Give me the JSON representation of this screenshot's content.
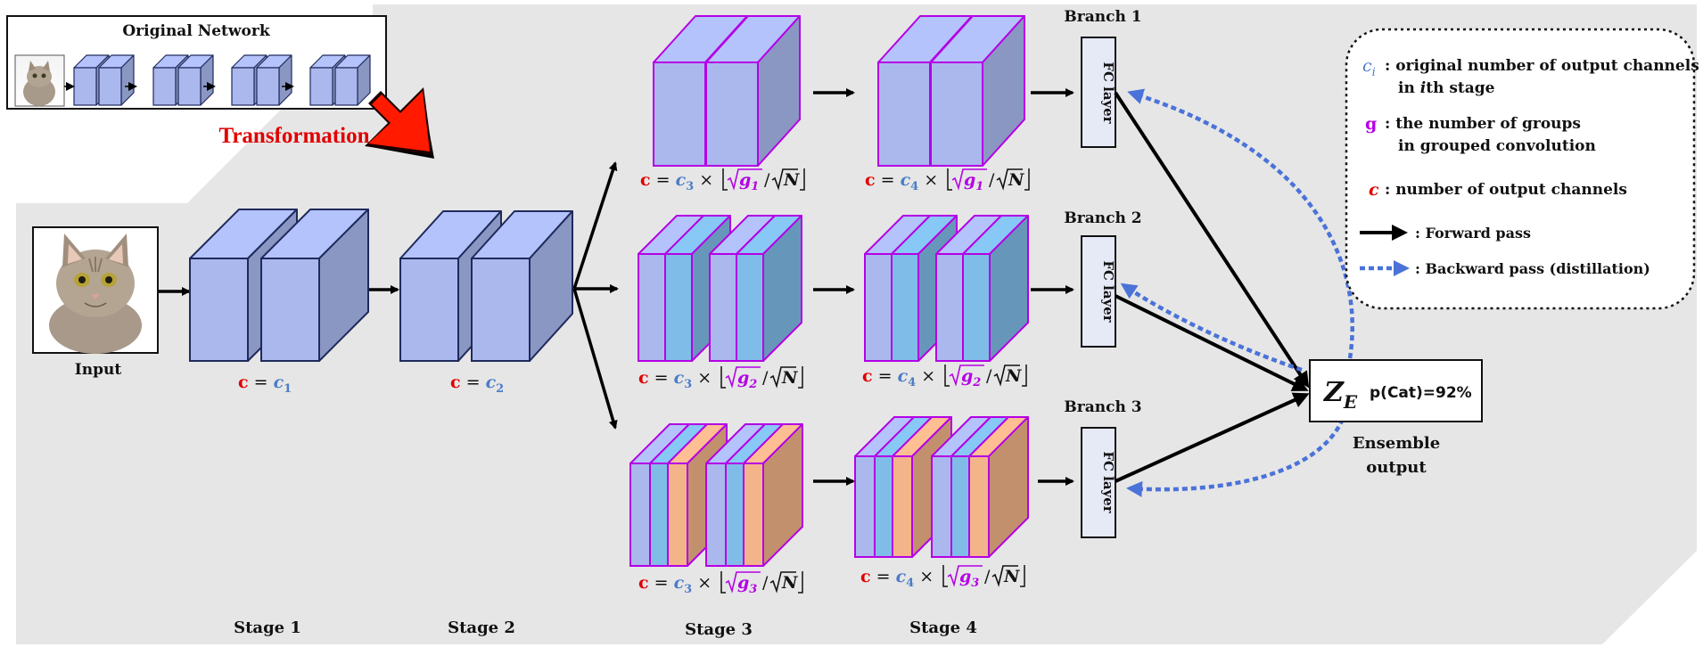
{
  "original": {
    "title": "Original Network"
  },
  "transformation": "Transformation",
  "input_label": "Input",
  "stages": [
    "Stage 1",
    "Stage 2",
    "Stage 3",
    "Stage 4"
  ],
  "branches": [
    "Branch 1",
    "Branch 2",
    "Branch 3"
  ],
  "fc_label": "FC layer",
  "formulas": {
    "c_prefix": "c",
    "equals": " = ",
    "c1_base": "c",
    "c1_sub": "1",
    "c2_base": "c",
    "c2_sub": "2",
    "c3_base": "c",
    "c3_sub": "3",
    "c4_base": "c",
    "c4_sub": "4",
    "times": " × ",
    "g1": "g",
    "g1_sub": "1",
    "g2": "g",
    "g2_sub": "2",
    "g3": "g",
    "g3_sub": "3",
    "N": "N"
  },
  "ensemble": {
    "z": "Z",
    "z_sub": "E",
    "prob": "p(Cat)=92%",
    "label_line1": "Ensemble",
    "label_line2": "output"
  },
  "legend": {
    "ci_sym": "c",
    "ci_sub": "i",
    "ci_line1": ": original number of output channels",
    "ci_line2_pre": "in ",
    "ci_line2_i": "i",
    "ci_line2_post": "th stage",
    "g_sym": "g",
    "g_line1": ": the number of groups",
    "g_line2": "in grouped convolution",
    "c_sym": "c",
    "c_line": ": number of output channels",
    "forward": ": Forward pass",
    "backward": ": Backward pass (distillation)"
  },
  "colors": {
    "block_front": "#aab8ee",
    "block_side": "#8f9dd3",
    "block_top": "#b8c6f4",
    "purple": "#b400e6",
    "cyan": "#7fbde8",
    "orange": "#f4b48a",
    "red_text": "#e00000",
    "blue_text": "#4a7cc8",
    "dashed": "#4a72d8"
  }
}
